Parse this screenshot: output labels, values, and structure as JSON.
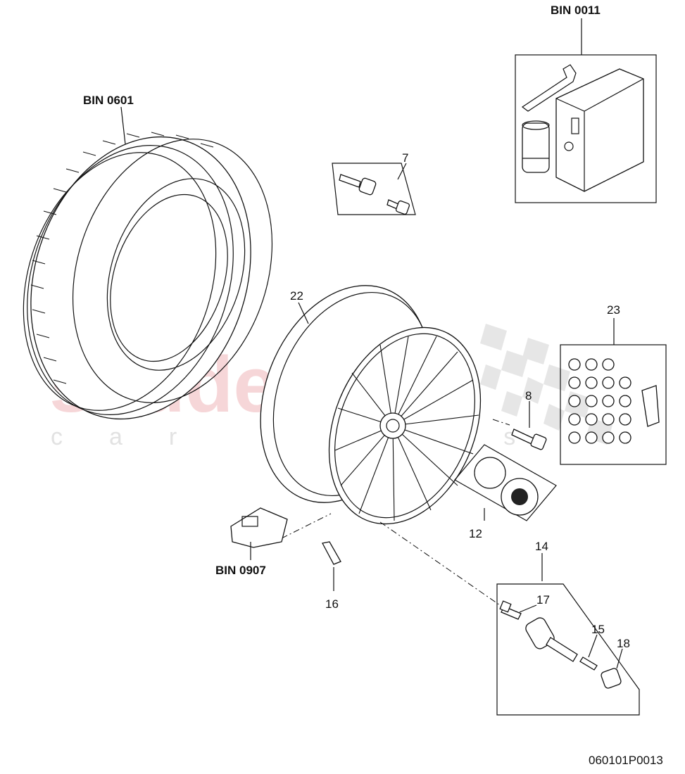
{
  "watermark": {
    "brand": "scuderia",
    "tagline": "car parts"
  },
  "callouts": {
    "tyre": "BIN 0601",
    "tool_kit": "BIN 0011",
    "wheel_bolts_set": "7",
    "rim": "22",
    "locking_bolts_set": "23",
    "wheel_bolt": "8",
    "hub_cap_set": "12",
    "valve_set": "14",
    "pressure_sensor": "BIN 0907",
    "balance_weight": "16",
    "sensor_screw": "17",
    "valve_insert": "15",
    "valve_cap": "18"
  },
  "drawing_number": "060101P0013"
}
